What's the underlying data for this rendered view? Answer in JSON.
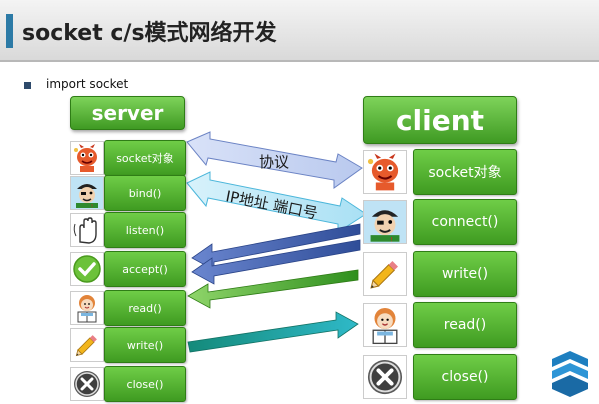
{
  "title": "socket c/s模式网络开发",
  "bullet": "import socket",
  "server": {
    "header": "server",
    "steps": [
      "socket对象",
      "bind()",
      "listen()",
      "accept()",
      "read()",
      "write()",
      "close()"
    ]
  },
  "client": {
    "header": "client",
    "steps": [
      "socket对象",
      "connect()",
      "write()",
      "read()",
      "close()"
    ]
  },
  "arrows": {
    "protocol_label": "协议",
    "address_label": "IP地址  端口号"
  },
  "icons": {
    "server": [
      "devil-icon",
      "pirate-icon",
      "hand-icon",
      "checkmark-icon",
      "reading-girl-icon",
      "pencil-icon",
      "close-icon"
    ],
    "client": [
      "devil-icon",
      "pirate-icon",
      "pencil-icon",
      "reading-girl-icon",
      "close-icon"
    ]
  },
  "colors": {
    "accent": "#2c7aa6",
    "button_green": "#4aab2a",
    "arrow_blue": "#3a5ca8",
    "arrow_green": "#48a82a",
    "arrow_teal": "#1e9a8a"
  }
}
